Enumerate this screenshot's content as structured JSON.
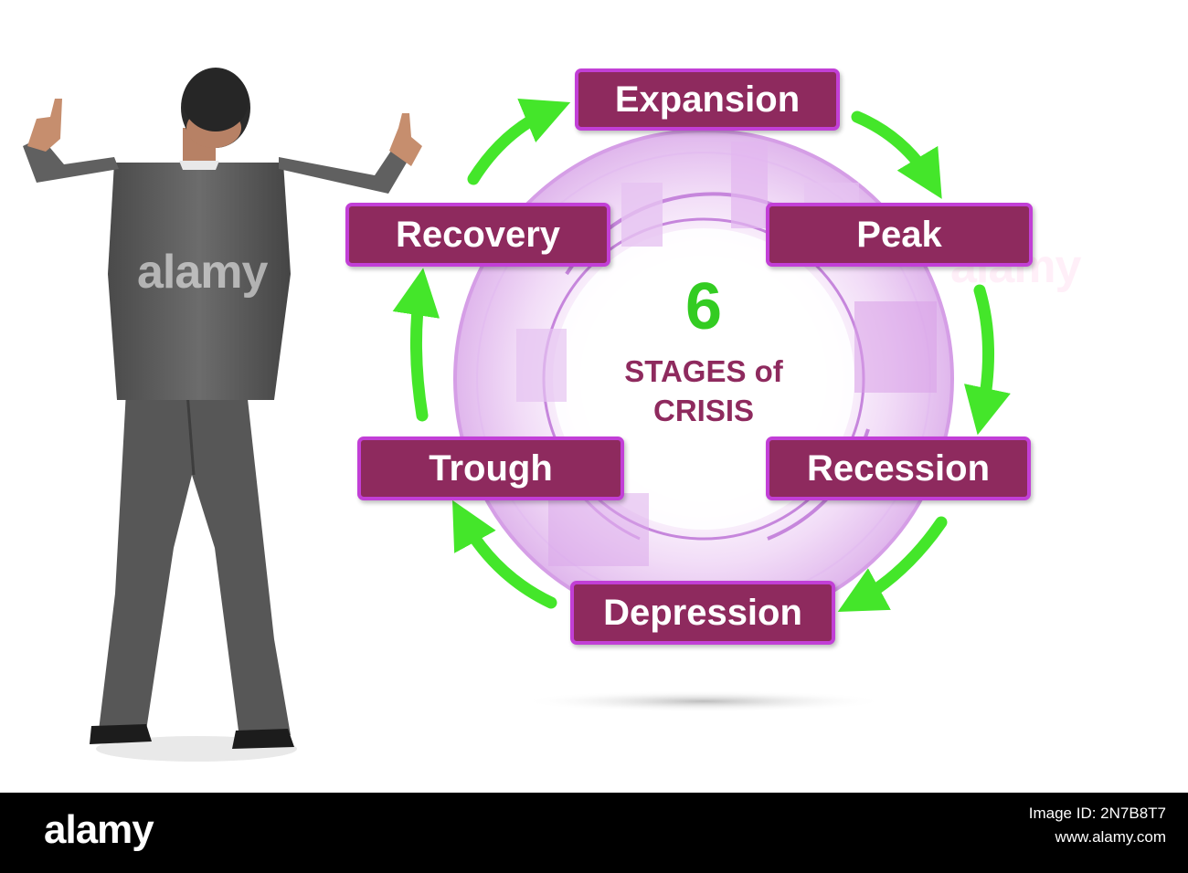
{
  "diagram": {
    "center_number": "6",
    "center_title_line1": "STAGES of",
    "center_title_line2": "CRISIS",
    "stages": [
      "Expansion",
      "Peak",
      "Recession",
      "Depression",
      "Trough",
      "Recovery"
    ],
    "colors": {
      "stage_fill": "#8e2a5e",
      "stage_border": "#c23fd6",
      "arrow": "#44e62a",
      "center_number": "#33cc22",
      "center_title": "#8e2a5e",
      "dial": "#d8a6e8"
    }
  },
  "figure": {
    "description": "businessman in grey suit seen from behind, pointing upward with both hands"
  },
  "watermark": {
    "text": "alamy"
  },
  "footer": {
    "logo": "alamy",
    "image_id_line": "Image ID: 2N7B8T7",
    "url_line": "www.alamy.com"
  }
}
